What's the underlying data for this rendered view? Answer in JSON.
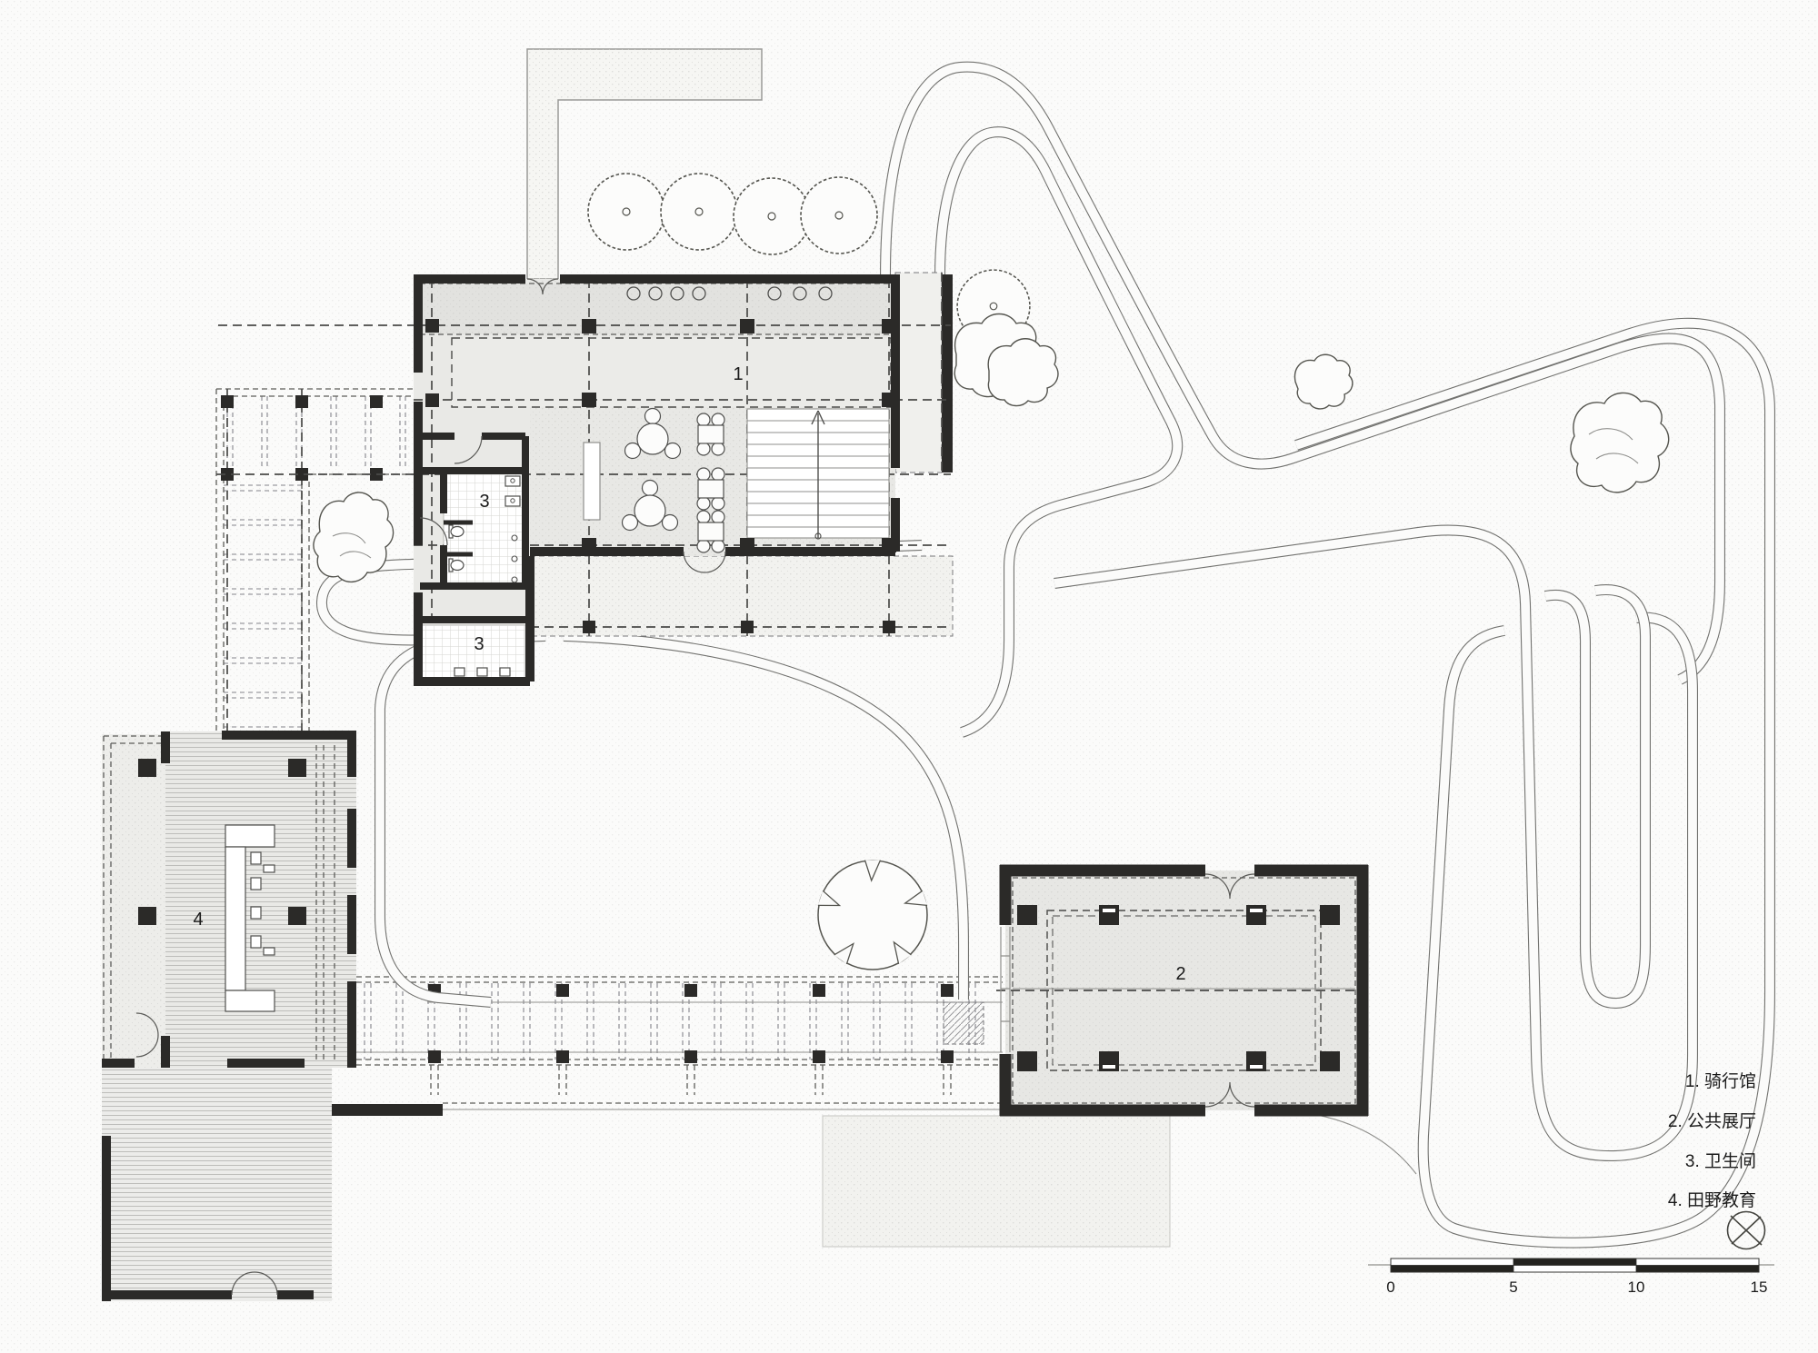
{
  "plan": {
    "room_labels": {
      "cycling_hall": "1",
      "exhibition_hall": "2",
      "toilet": "3",
      "field_education": "4"
    },
    "legend": {
      "items": [
        "1. 骑行馆",
        "2. 公共展厅",
        "3. 卫生间",
        "4. 田野教育"
      ]
    },
    "scale_bar": {
      "tick_labels": [
        "0",
        "5",
        "10",
        "15"
      ]
    },
    "colors": {
      "background": "#fbfbfa",
      "wall": "#2b2a28",
      "building_fill": "#e8e8e5",
      "track_line": "#72726f",
      "axis_dash": "#4a4a48",
      "text": "#1a1a1a"
    }
  }
}
